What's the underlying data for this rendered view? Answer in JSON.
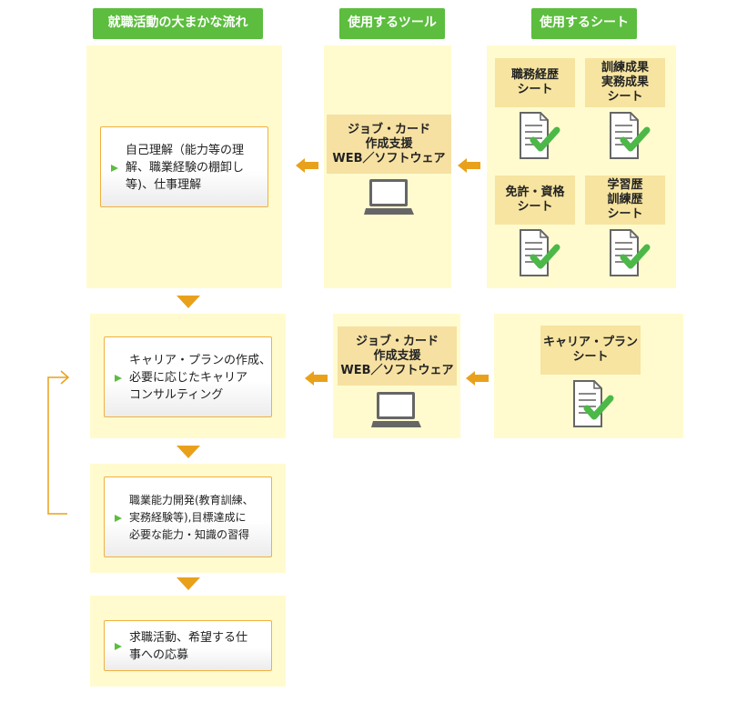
{
  "headers": {
    "flow": "就職活動の大まかな流れ",
    "tool": "使用するツール",
    "sheet": "使用するシート"
  },
  "steps": [
    {
      "lines": [
        "自己理解（能力等の理",
        "解、職業経験の棚卸し",
        "等)、仕事理解"
      ]
    },
    {
      "lines": [
        "キャリア・プランの作成、",
        "必要に応じたキャリア",
        "コンサルティング"
      ]
    },
    {
      "lines": [
        "職業能力開発(教育訓練、",
        "実務経験等),目標達成に",
        "必要な能力・知識の習得"
      ]
    },
    {
      "lines": [
        "求職活動、希望する仕",
        "事への応募"
      ]
    }
  ],
  "tools": [
    {
      "label": "ジョブ・カード\n作成支援\nWEB／ソフトウェア",
      "icon": "laptop-icon"
    },
    {
      "label": "ジョブ・カード\n作成支援\nWEB／ソフトウェア",
      "icon": "laptop-icon"
    }
  ],
  "sheets": [
    {
      "label": "職務経歴\nシート",
      "icon": "checked-document-icon"
    },
    {
      "label": "訓練成果\n実務成果\nシート",
      "icon": "checked-document-icon"
    },
    {
      "label": "免許・資格\nシート",
      "icon": "checked-document-icon"
    },
    {
      "label": "学習歴\n訓練歴\nシート",
      "icon": "checked-document-icon"
    },
    {
      "label": "キャリア・プラン\nシート",
      "icon": "checked-document-icon"
    }
  ],
  "colors": {
    "header_green": "#5cbd3f",
    "panel_yellow": "#fffbcf",
    "label_tan": "#f6e4a0",
    "arrow_orange": "#e9a11b",
    "check_green": "#4cb848"
  }
}
